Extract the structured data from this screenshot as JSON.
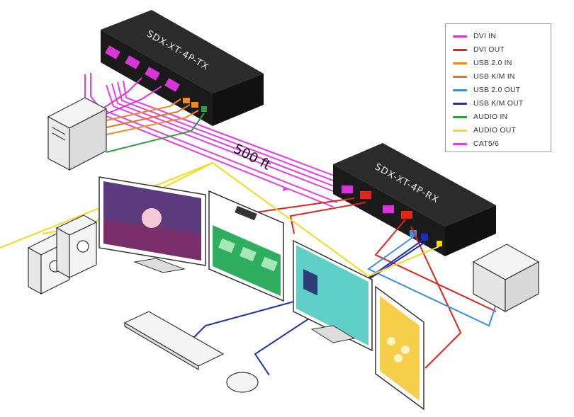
{
  "diagram": {
    "transmitter_label": "SDX-XT-4P-TX",
    "receiver_label": "SDX-XT-4P-RX",
    "distance_label": "500 ft"
  },
  "legend": {
    "items": [
      {
        "label": "DVI IN",
        "color": "#d936d9"
      },
      {
        "label": "DVI OUT",
        "color": "#e0251b"
      },
      {
        "label": "USB 2.0 IN",
        "color": "#f28a1e"
      },
      {
        "label": "USB K/M IN",
        "color": "#e8731a"
      },
      {
        "label": "USB 2.0 OUT",
        "color": "#3b8fe0"
      },
      {
        "label": "USB K/M OUT",
        "color": "#1f2fb5"
      },
      {
        "label": "AUDIO IN",
        "color": "#2e9e3e"
      },
      {
        "label": "AUDIO OUT",
        "color": "#f2dc1a"
      },
      {
        "label": "CAT5/6",
        "color": "#e93ce9"
      }
    ]
  },
  "colors": {
    "unit_body": "#1c1c1c",
    "unit_top": "#2a2a2a",
    "screen_purple": "#5b3a7e",
    "screen_green": "#2fae5f",
    "screen_teal": "#5fd0c8",
    "screen_yellow": "#f5cf4a"
  }
}
